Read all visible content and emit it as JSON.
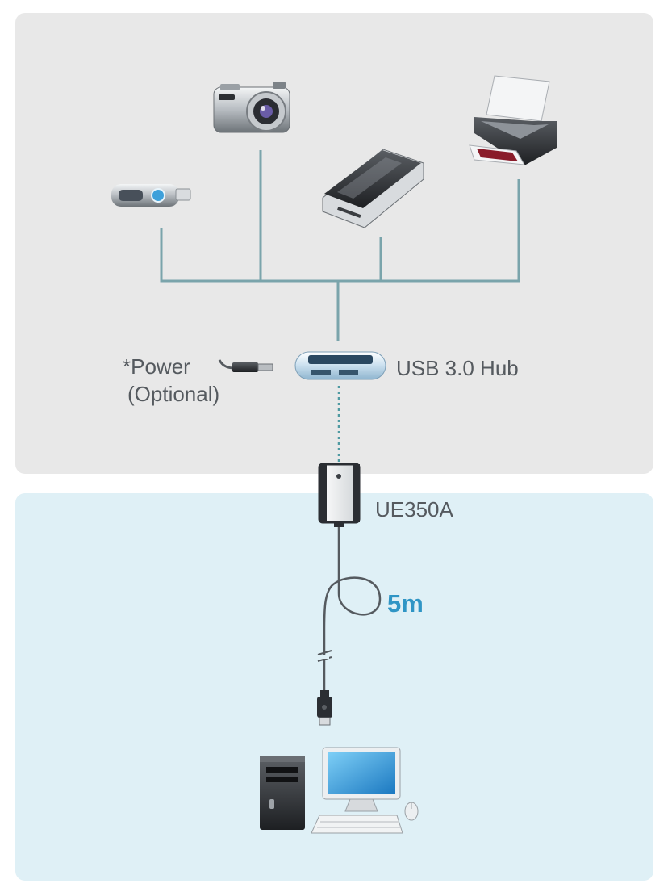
{
  "labels": {
    "power_line1": "*Power",
    "power_line2": "(Optional)",
    "hub": "USB 3.0 Hub",
    "device": "UE350A",
    "cable_length": "5m"
  },
  "colors": {
    "top_panel": "#e8e8e8",
    "bottom_panel": "#dff0f6",
    "connector_line": "#7aa4ab",
    "label_text": "#555a5f",
    "length_accent": "#2f95c5"
  },
  "icons": [
    "usb-flash-drive-icon",
    "camera-icon",
    "scanner-icon",
    "printer-icon",
    "power-plug-icon",
    "usb-hub-icon",
    "ue350a-extender-icon",
    "usb-plug-icon",
    "computer-icon"
  ]
}
